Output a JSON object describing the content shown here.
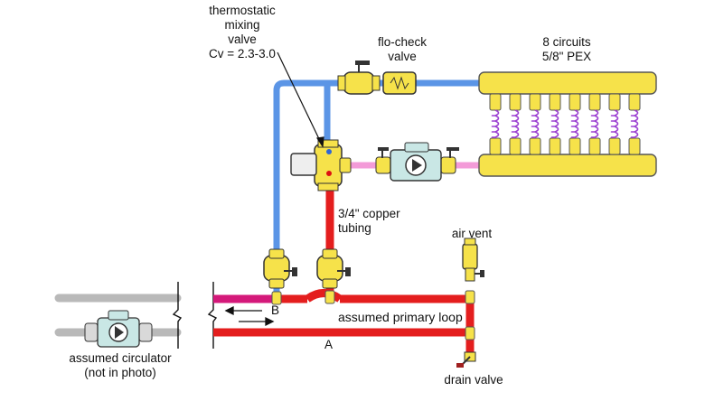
{
  "labels": {
    "mixing_valve": "thermostatic\nmixing\nvalve\nCv = 2.3-3.0",
    "flo_check": "flo-check\nvalve",
    "circuits": "8 circuits\n5/8\" PEX",
    "copper": "3/4\" copper\ntubing",
    "air_vent": "air vent",
    "primary_loop": "assumed primary loop",
    "point_b": "B",
    "point_a": "A",
    "circulator": "assumed circulator\n(not in photo)",
    "drain_valve": "drain valve"
  },
  "colors": {
    "supply_cold": "#5b95e6",
    "supply_hot": "#e41e1e",
    "return_pink": "#f39bd8",
    "loop_magenta": "#d4197a",
    "brass": "#f6e24a",
    "gray_pipe": "#b9b9b9",
    "pex": "#9b3fd1"
  },
  "manifold": {
    "circuits": 8
  }
}
